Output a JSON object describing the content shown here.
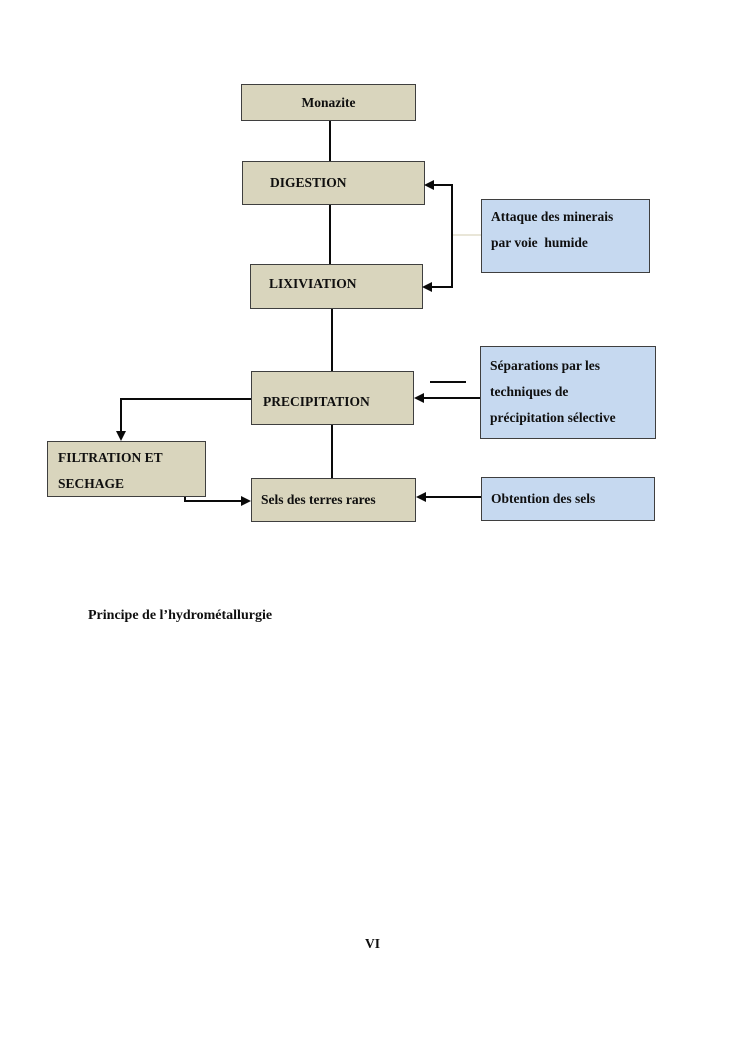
{
  "document": {
    "caption": "Principe de l’hydrométallurgie",
    "page_number": "VI"
  },
  "flowchart": {
    "process_boxes": {
      "monazite": {
        "label": "Monazite"
      },
      "digestion": {
        "label": "DIGESTION"
      },
      "lixiviation": {
        "label": "LIXIVIATION"
      },
      "precipitation": {
        "label": "PRECIPITATION"
      },
      "filtration_sechage": {
        "line1": "FILTRATION ET",
        "line2": "SECHAGE"
      },
      "sels_terres_rares": {
        "label": "Sels des terres rares"
      }
    },
    "note_boxes": {
      "attaque": {
        "line1": "Attaque des minerais",
        "line2": "par voie  humide"
      },
      "separations": {
        "line1": "Séparations par les",
        "line2": "techniques de",
        "line3": "précipitation sélective"
      },
      "obtention": {
        "label": "Obtention des sels"
      }
    },
    "colors": {
      "process_fill": "#d9d5bd",
      "note_fill": "#c6d9f0",
      "box_border": "#3f3f3f",
      "connector": "#0a0a0a",
      "faint_connector": "#e9e6d8"
    }
  }
}
